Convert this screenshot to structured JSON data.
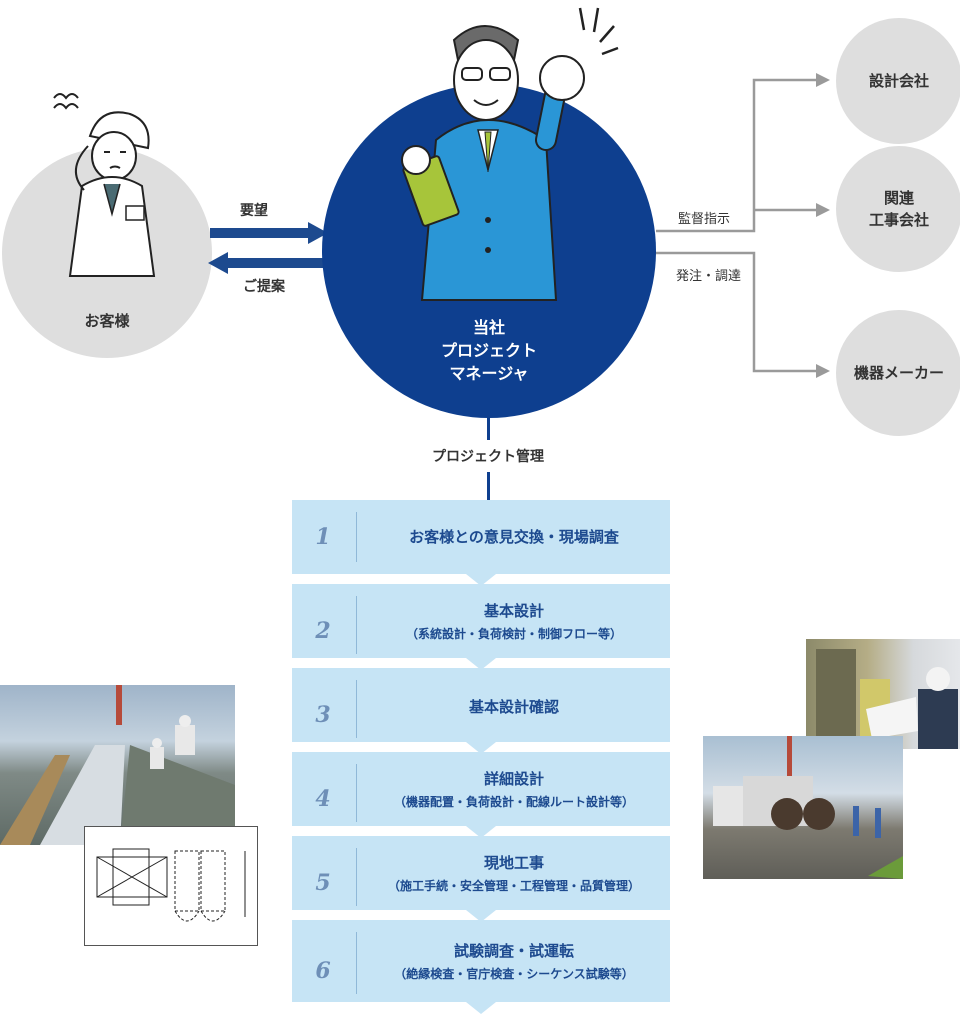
{
  "customer": {
    "label": "お客様"
  },
  "arrows": {
    "request": "要望",
    "proposal": "ご提案"
  },
  "manager": {
    "lines": [
      "当社",
      "プロジェクト",
      "マネージャ"
    ]
  },
  "right": {
    "supervise_label": "監督指示",
    "order_label": "発注・調達",
    "design_company": "設計会社",
    "related_lines": [
      "関連",
      "工事会社"
    ],
    "equipment_maker": "機器メーカー"
  },
  "project_management_label": "プロジェクト管理",
  "steps": [
    {
      "num": "1",
      "title": "お客様との意見交換・現場調査",
      "sub": ""
    },
    {
      "num": "2",
      "title": "基本設計",
      "sub": "（系統設計・負荷検討・制御フロー等）"
    },
    {
      "num": "3",
      "title": "基本設計確認",
      "sub": ""
    },
    {
      "num": "4",
      "title": "詳細設計",
      "sub": "（機器配置・負荷設計・配線ルート設計等）"
    },
    {
      "num": "5",
      "title": "現地工事",
      "sub": "（施工手続・安全管理・工程管理・品質管理）"
    },
    {
      "num": "6",
      "title": "試験調査・試運転",
      "sub": "（絶縁検査・官庁検査・シーケンス試験等）"
    }
  ],
  "colors": {
    "navy": "#0e3f8f",
    "arrow_blue": "#1d4a8f",
    "step_bg": "#c6e4f5",
    "gray_circle": "#dedede",
    "line_gray": "#9a9a9a"
  }
}
